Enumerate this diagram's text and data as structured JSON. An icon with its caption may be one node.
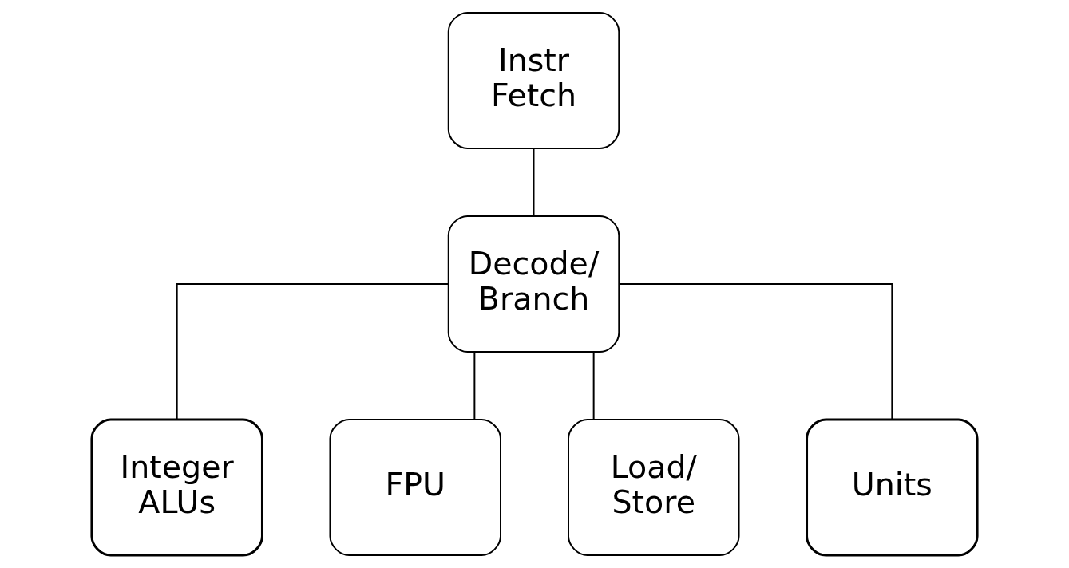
{
  "diagram": {
    "nodes": [
      {
        "text": [
          "Instr Fetch"
        ]
      },
      {
        "text": [
          "Decode/ Branch"
        ]
      },
      {
        "text": [
          "Integer ALUs"
        ]
      },
      {
        "text": [
          "FPU"
        ]
      },
      {
        "text": [
          "Load/ Store"
        ]
      },
      {
        "text": [
          "Units"
        ]
      }
    ],
    "edges": [
      {
        "from": 0,
        "to": 1,
        "arrow": "none"
      },
      {
        "from": 1,
        "to": 2,
        "arrow": "none"
      },
      {
        "from": 1,
        "to": 3,
        "arrow": "none"
      },
      {
        "from": 1,
        "to": 4,
        "arrow": "none"
      },
      {
        "from": 1,
        "to": 5,
        "arrow": "none"
      }
    ]
  }
}
